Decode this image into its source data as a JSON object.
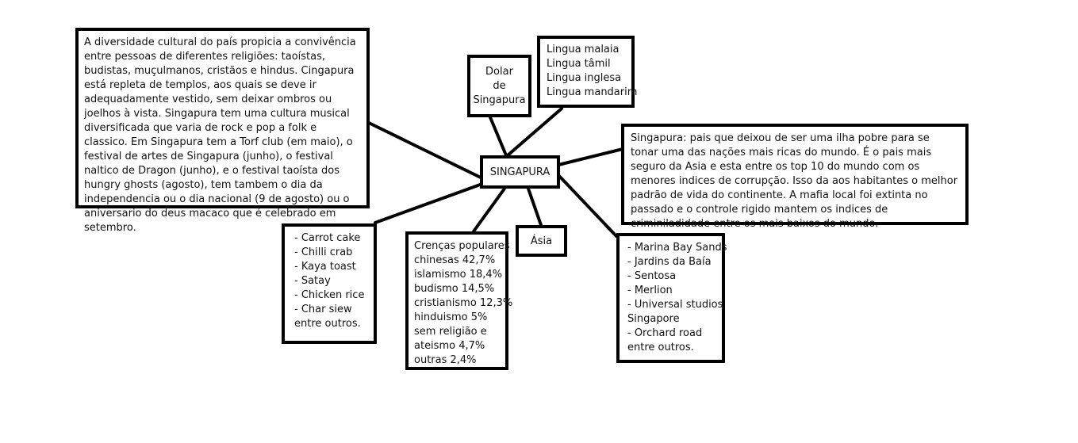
{
  "center_node": {
    "label": "SINGAPURA"
  },
  "culture_node": {
    "text": "A diversidade cultural do país propicia a convivência entre pessoas de diferentes religiões: taoístas, budistas, muçulmanos, cristãos e hindus. Cingapura está repleta de templos, aos quais se deve ir adequadamente vestido, sem deixar ombros ou joelhos à vista. Singapura tem uma cultura musical diversificada que varia de rock e pop a folk e classico. Em Singapura tem a Torf club (em maio), o festival de artes de Singapura (junho), o festival naltico de Dragon (junho), e o festival taoísta dos hungry ghosts (agosto), tem tambem o dia da independencia ou o dia nacional (9 de agosto) ou o aniversario do deus macaco que é celebrado em setembro."
  },
  "currency_node": {
    "lines": [
      "Dolar",
      "de",
      "Singapura"
    ]
  },
  "languages_node": {
    "lines": [
      "Lingua malaia",
      "Lingua tâmil",
      "Lingua inglesa",
      "Lingua mandarim"
    ]
  },
  "overview_node": {
    "text": "Singapura: pais que deixou de ser uma ilha pobre para se tonar uma das nações mais ricas do mundo. É o pais mais seguro da Asia e esta entre os top 10 do mundo com os menores indices de corrupção. Isso da aos habitantes o melhor padrão de vida do continente. A mafia local foi extinta no passado e o controle rigido mantem os indices de criminiladidade entre os mais baixos do mundo."
  },
  "food_node": {
    "lines": [
      "- Carrot cake",
      "- Chilli crab",
      "- Kaya toast",
      "- Satay",
      "- Chicken rice",
      "- Char siew",
      "entre outros."
    ]
  },
  "religion_node": {
    "lines": [
      "Crenças populares",
      "chinesas 42,7%",
      "islamismo 18,4%",
      "budismo 14,5%",
      "cristianismo 12,3%",
      "hinduismo 5%",
      "sem religião e",
      "ateismo 4,7%",
      "outras 2,4%"
    ]
  },
  "continent_node": {
    "label": "Ásia"
  },
  "attractions_node": {
    "lines": [
      "- Marina Bay Sands",
      "- Jardins da Baía",
      "- Sentosa",
      "- Merlion",
      "- Universal studios",
      "Singapore",
      "- Orchard road",
      "entre outros."
    ]
  }
}
